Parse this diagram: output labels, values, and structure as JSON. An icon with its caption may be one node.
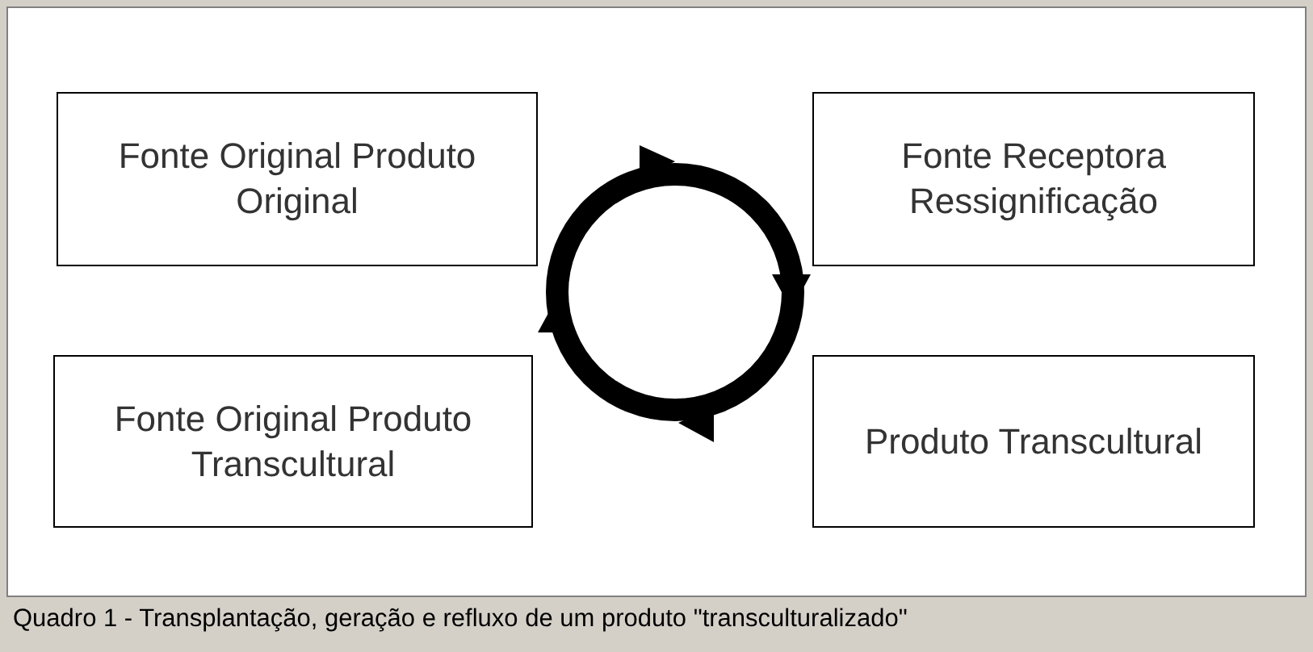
{
  "diagram": {
    "caption": "Quadro 1 - Transplantação, geração e refluxo de um produto \"transculturalizado\"",
    "nodes": [
      {
        "text": [
          "Fonte Original Produto Original"
        ]
      },
      {
        "text": [
          "Fonte Receptora Ressignificação"
        ]
      },
      {
        "text": [
          "Fonte Original Produto Transcultural"
        ]
      },
      {
        "text": [
          "Produto Transcultural"
        ]
      }
    ]
  }
}
